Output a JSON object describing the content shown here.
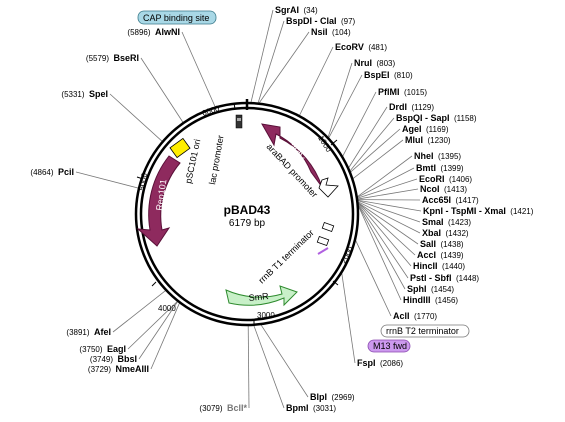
{
  "plasmid": {
    "name": "pBAD43",
    "size_label": "6179 bp",
    "length": 6179
  },
  "ruler_ticks": [
    "1000",
    "2000",
    "3000",
    "4000",
    "5000",
    "6000"
  ],
  "sites": [
    {
      "name": "SgrAI",
      "pos": "(34)"
    },
    {
      "name": "BspDI - ClaI",
      "pos": "(97)"
    },
    {
      "name": "NsiI",
      "pos": "(104)"
    },
    {
      "name": "EcoRV",
      "pos": "(481)"
    },
    {
      "name": "NruI",
      "pos": "(803)"
    },
    {
      "name": "BspEI",
      "pos": "(810)"
    },
    {
      "name": "PflMI",
      "pos": "(1015)"
    },
    {
      "name": "DrdI",
      "pos": "(1129)"
    },
    {
      "name": "BspQI - SapI",
      "pos": "(1158)"
    },
    {
      "name": "AgeI",
      "pos": "(1169)"
    },
    {
      "name": "MluI",
      "pos": "(1230)"
    },
    {
      "name": "NheI",
      "pos": "(1395)"
    },
    {
      "name": "BmtI",
      "pos": "(1399)"
    },
    {
      "name": "EcoRI",
      "pos": "(1406)"
    },
    {
      "name": "NcoI",
      "pos": "(1413)"
    },
    {
      "name": "Acc65I",
      "pos": "(1417)"
    },
    {
      "name": "KpnI - TspMI - XmaI",
      "pos": "(1421)"
    },
    {
      "name": "SmaI",
      "pos": "(1423)"
    },
    {
      "name": "XbaI",
      "pos": "(1432)"
    },
    {
      "name": "SalI",
      "pos": "(1438)"
    },
    {
      "name": "AccI",
      "pos": "(1439)"
    },
    {
      "name": "HincII",
      "pos": "(1440)"
    },
    {
      "name": "PstI - SbfI",
      "pos": "(1448)"
    },
    {
      "name": "SphI",
      "pos": "(1454)"
    },
    {
      "name": "HindIII",
      "pos": "(1456)"
    },
    {
      "name": "AclI",
      "pos": "(1770)"
    },
    {
      "name": "FspI",
      "pos": "(2086)"
    },
    {
      "name": "BlpI",
      "pos": "(2969)"
    },
    {
      "name": "BpmI",
      "pos": "(3031)"
    },
    {
      "name": "BclI*",
      "pos": "(3079)"
    },
    {
      "name": "NmeAIII",
      "pos": "(3729)"
    },
    {
      "name": "BbsI",
      "pos": "(3749)"
    },
    {
      "name": "EagI",
      "pos": "(3750)"
    },
    {
      "name": "AfeI",
      "pos": "(3891)"
    },
    {
      "name": "PciI",
      "pos": "(4864)"
    },
    {
      "name": "SpeI",
      "pos": "(5331)"
    },
    {
      "name": "BseRI",
      "pos": "(5579)"
    },
    {
      "name": "AlwNI",
      "pos": "(5896)"
    }
  ],
  "features": {
    "cap_binding_site": "CAP binding site",
    "arac": "araC",
    "arabad_promoter": "araBAD promoter",
    "lac_promoter": "lac promoter",
    "psc101_ori": "pSC101 ori",
    "rep101": "Rep101",
    "rrnb_t1": "rrnB T1 terminator",
    "smr": "SmR",
    "rrnb_t2": "rrnB T2 terminator",
    "m13_fwd": "M13 fwd"
  },
  "colors": {
    "arac": "#8e2a5e",
    "rep101": "#8e2a5e",
    "smr": "#c8f0c8",
    "ori": "#ffee00",
    "cap": "#a9d8e6",
    "m13": "#cc99ee",
    "promoter": "#ffffff"
  }
}
